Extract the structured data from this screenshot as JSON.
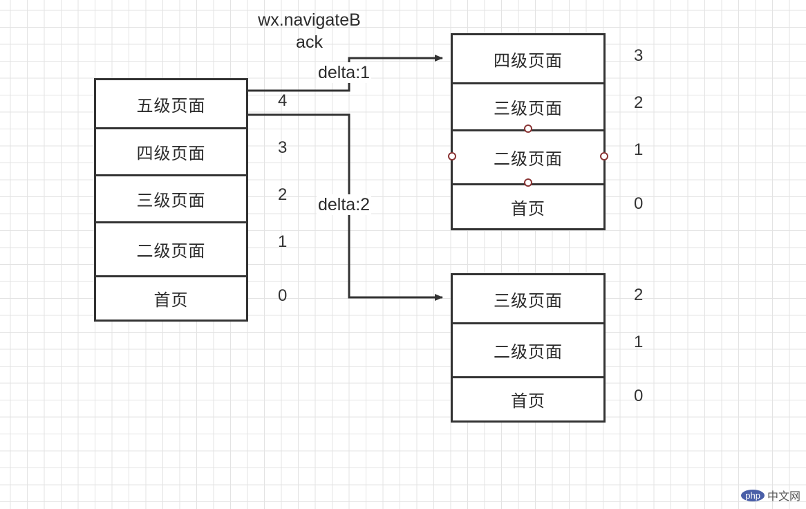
{
  "title": "wx.navigateB\nack",
  "left_stack": {
    "cells": [
      "五级页面",
      "四级页面",
      "三级页面",
      "二级页面",
      "首页"
    ],
    "indices": [
      "4",
      "3",
      "2",
      "1",
      "0"
    ]
  },
  "top_right_stack": {
    "cells": [
      "四级页面",
      "三级页面",
      "二级页面",
      "首页"
    ],
    "indices": [
      "3",
      "2",
      "1",
      "0"
    ]
  },
  "bottom_right_stack": {
    "cells": [
      "三级页面",
      "二级页面",
      "首页"
    ],
    "indices": [
      "2",
      "1",
      "0"
    ]
  },
  "arrows": {
    "delta1": "delta:1",
    "delta2": "delta:2"
  },
  "watermark": {
    "badge": "php",
    "text": "中文网"
  },
  "colors": {
    "line": "#333333",
    "handle": "#8a3535",
    "grid": "#e3e3e3"
  }
}
